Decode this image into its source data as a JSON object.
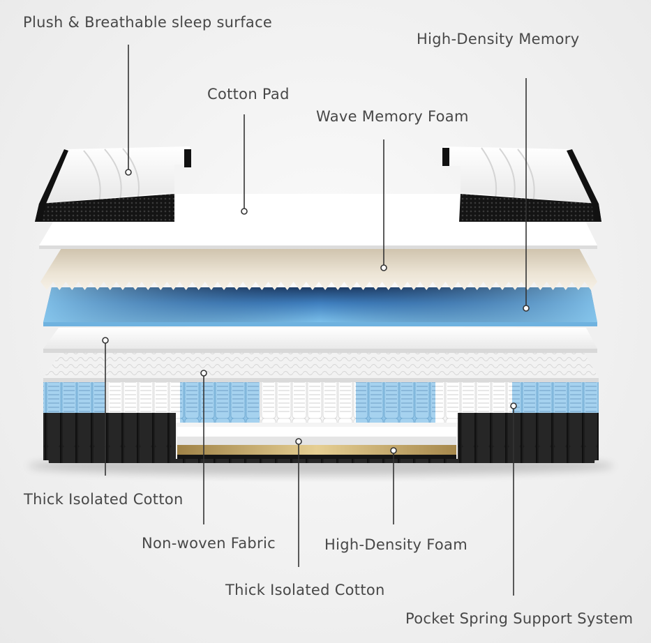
{
  "labels": {
    "plush_surface": "Plush & Breathable sleep surface",
    "high_density_memory": "High-Density Memory",
    "cotton_pad": "Cotton Pad",
    "wave_memory_foam": "Wave Memory Foam",
    "thick_isolated_cotton_left": "Thick Isolated Cotton",
    "non_woven_fabric": "Non-woven Fabric",
    "high_density_foam": "High-Density Foam",
    "thick_isolated_cotton_bottom": "Thick Isolated Cotton",
    "pocket_spring_system": "Pocket Spring Support System"
  },
  "colors": {
    "background": "#f2f2f2",
    "label_text": "#474747",
    "leader_line": "#333333",
    "memory_foam_blue": "#5aa9e0",
    "wave_foam_cream": "#ece4d3",
    "spring_blue": "#8fc3e6",
    "spring_white": "#f4f4f4",
    "base_black": "#1a1a1a",
    "high_density_foam_gold": "#c2a56a"
  }
}
